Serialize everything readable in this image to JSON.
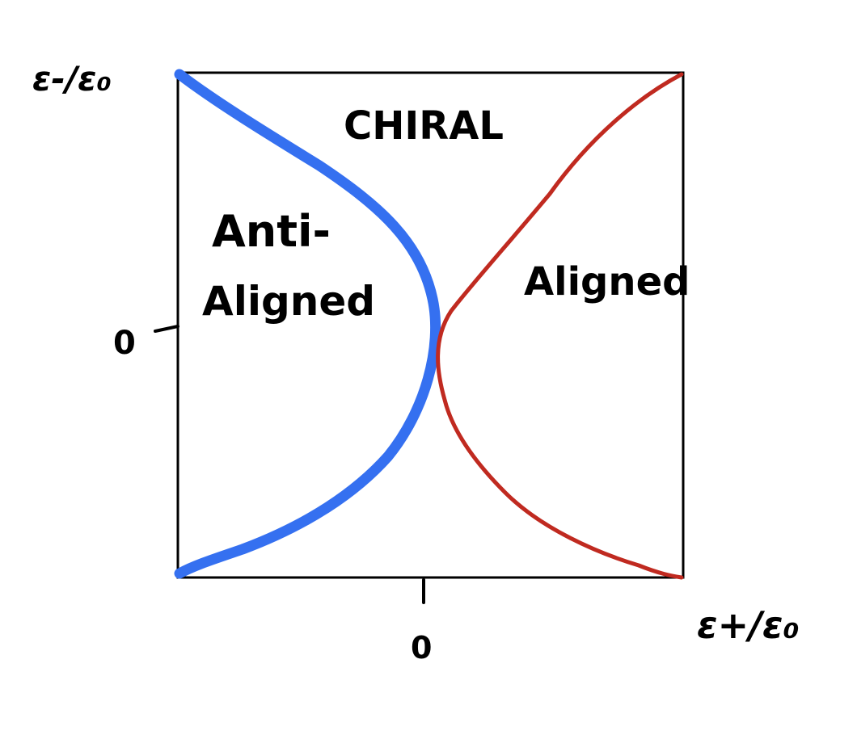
{
  "title": "CHIRAL",
  "axes": {
    "y_label": "ε-/ε₀",
    "x_label": "ε+/ε₀",
    "y_zero_label": "0",
    "x_zero_label": "0"
  },
  "regions": {
    "chiral": "CHIRAL",
    "anti_aligned_line1": "Anti-",
    "anti_aligned_line2": "Aligned",
    "aligned": "Aligned"
  },
  "colors": {
    "anti_aligned_boundary": "#3570f0",
    "aligned_boundary": "#c02a20",
    "frame": "#000000"
  }
}
